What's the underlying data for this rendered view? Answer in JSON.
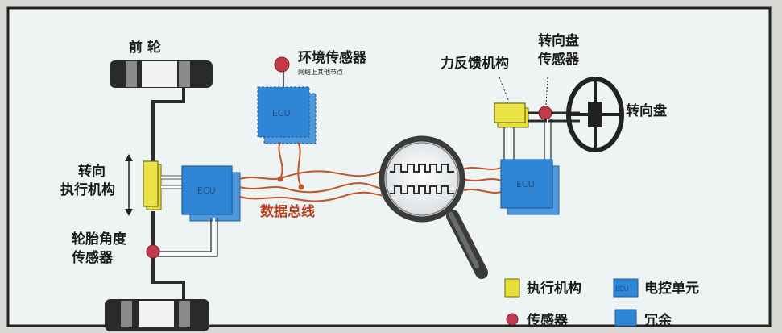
{
  "labels": {
    "front_wheel": "前 轮",
    "env_sensor": "环境传感器",
    "env_sensor_sub": "网络上其他节点",
    "force_feedback": "力反馈机构",
    "steering_wheel_sensor_l1": "转向盘",
    "steering_wheel_sensor_l2": "传感器",
    "steering_wheel": "转向盘",
    "steer_actuator_l1": "转向",
    "steer_actuator_l2": "执行机构",
    "data_bus": "数据总线",
    "tire_angle_sensor_l1": "轮胎角度",
    "tire_angle_sensor_l2": "传感器"
  },
  "ecu_labels": {
    "top": "ECU",
    "left": "ECU",
    "right": "ECU"
  },
  "legend": {
    "actuator": "执行机构",
    "ecu_unit": "电控单元",
    "ecu_icon": "ECU",
    "sensor": "传感器",
    "redundant": "冗余"
  },
  "colors": {
    "actuator": "#e8df3a",
    "ecu": "#2f86d6",
    "sensor": "#c23b4c",
    "bus": "#c2552a",
    "frame": "#2b2b2b"
  }
}
